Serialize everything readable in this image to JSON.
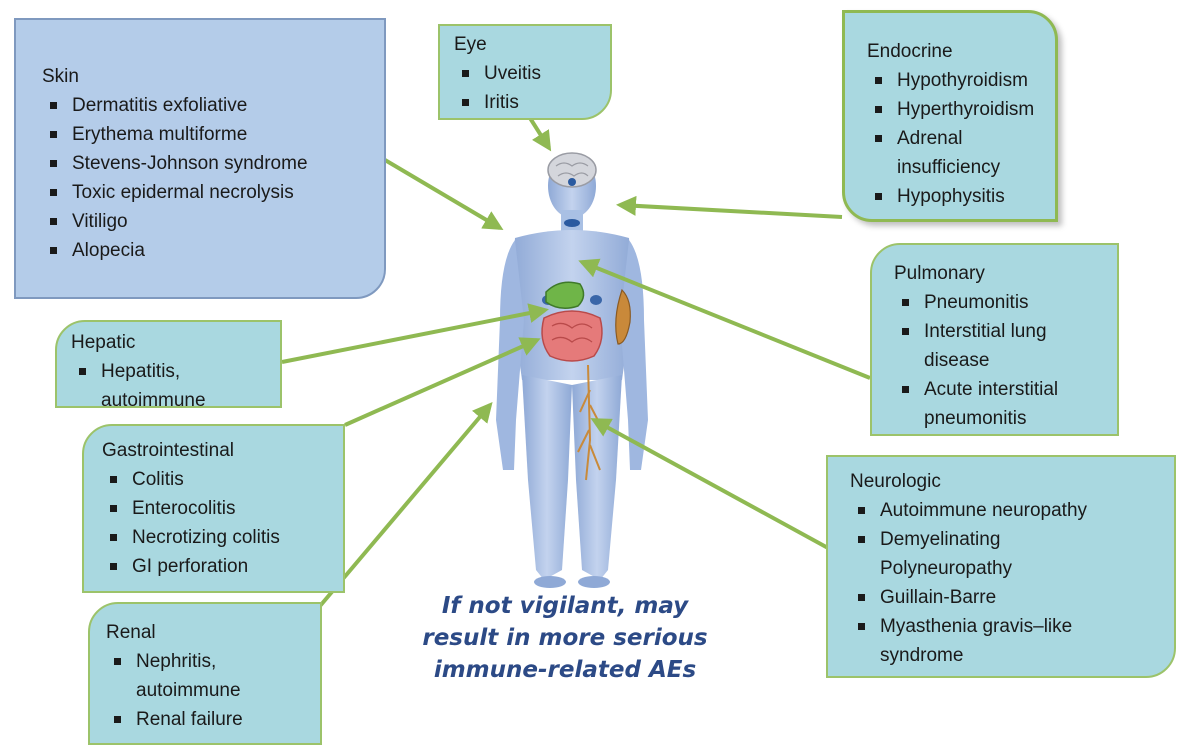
{
  "boxes": {
    "skin": {
      "title": "Skin",
      "items": [
        "Dermatitis exfoliative",
        "Erythema multiforme",
        "Stevens-Johnson syndrome",
        "Toxic epidermal necrolysis",
        "Vitiligo",
        "Alopecia"
      ]
    },
    "eye": {
      "title": "Eye",
      "items": [
        "Uveitis",
        "Iritis"
      ]
    },
    "endocrine": {
      "title": "Endocrine",
      "items": [
        "Hypothyroidism",
        "Hyperthyroidism",
        "Adrenal insufficiency",
        "Hypophysitis"
      ]
    },
    "pulmonary": {
      "title": "Pulmonary",
      "items": [
        "Pneumonitis",
        "Interstitial lung disease",
        "Acute interstitial pneumonitis"
      ]
    },
    "hepatic": {
      "title": "Hepatic",
      "items": [
        "Hepatitis, autoimmune"
      ]
    },
    "gastrointestinal": {
      "title": "Gastrointestinal",
      "items": [
        "Colitis",
        "Enterocolitis",
        "Necrotizing colitis",
        "GI perforation"
      ]
    },
    "neurologic": {
      "title": "Neurologic",
      "items": [
        "Autoimmune neuropathy",
        "Demyelinating Polyneuropathy",
        "Guillain-Barre",
        "Myasthenia gravis–like syndrome"
      ]
    },
    "renal": {
      "title": "Renal",
      "items": [
        "Nephritis, autoimmune",
        "Renal failure"
      ]
    }
  },
  "caption": {
    "line1": "If not vigilant, may",
    "line2": "result in more serious",
    "line3": "immune-related AEs"
  },
  "colors": {
    "box_fill": "#a9d8e0",
    "box_border": "#9cc36a",
    "skin_fill": "#b4cce9",
    "arrow": "#8fb952",
    "caption": "#2c4a86",
    "body": "#a9c0e4"
  }
}
